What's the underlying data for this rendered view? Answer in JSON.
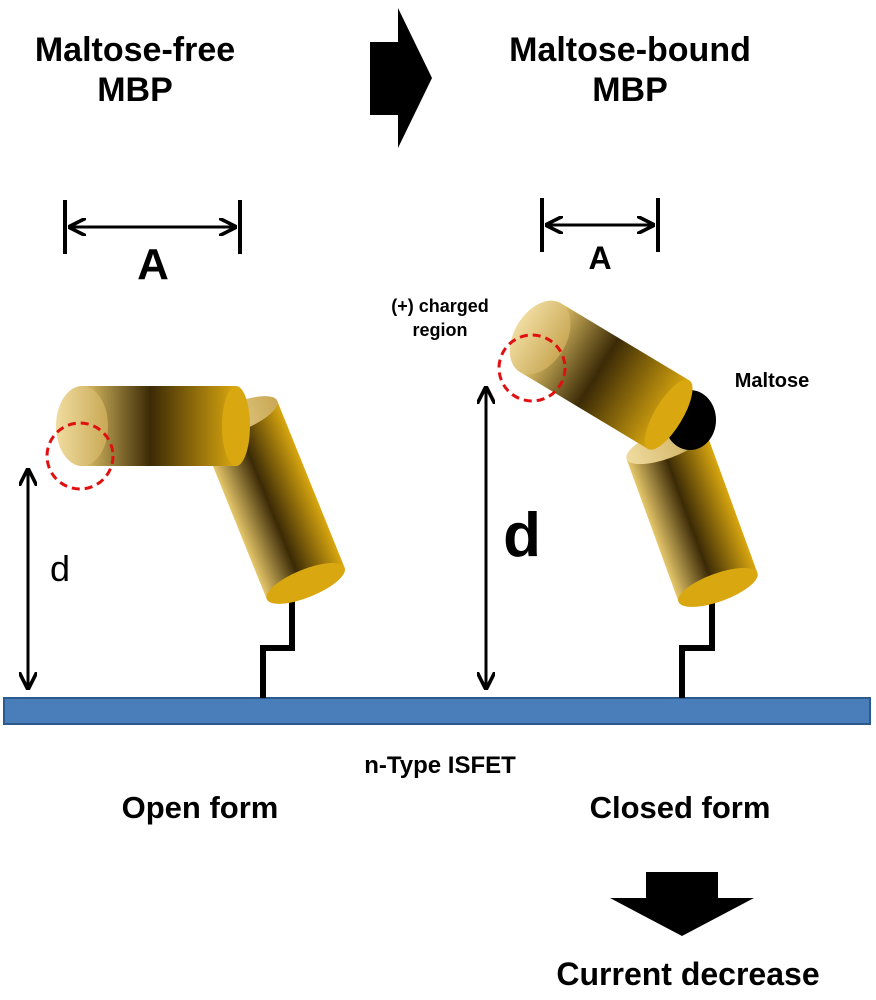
{
  "left_panel": {
    "title_line1": "Maltose-free",
    "title_line2": "MBP",
    "width_label": "A",
    "height_label": "d",
    "form_label": "Open form"
  },
  "right_panel": {
    "title_line1": "Maltose-bound",
    "title_line2": "MBP",
    "width_label": "A",
    "height_label": "d",
    "charged_line1": "(+) charged",
    "charged_line2": "region",
    "ligand_label": "Maltose",
    "form_label": "Closed form"
  },
  "substrate_label": "n-Type ISFET",
  "result_label": "Current decrease",
  "colors": {
    "helix_dark": "#3b2a06",
    "helix_mid": "#c99a10",
    "helix_light": "#e6c76a",
    "substrate": "#4a7ebb",
    "substrate_edge": "#2c5a8c",
    "charged_circle": "#e01010",
    "maltose": "#000000"
  }
}
